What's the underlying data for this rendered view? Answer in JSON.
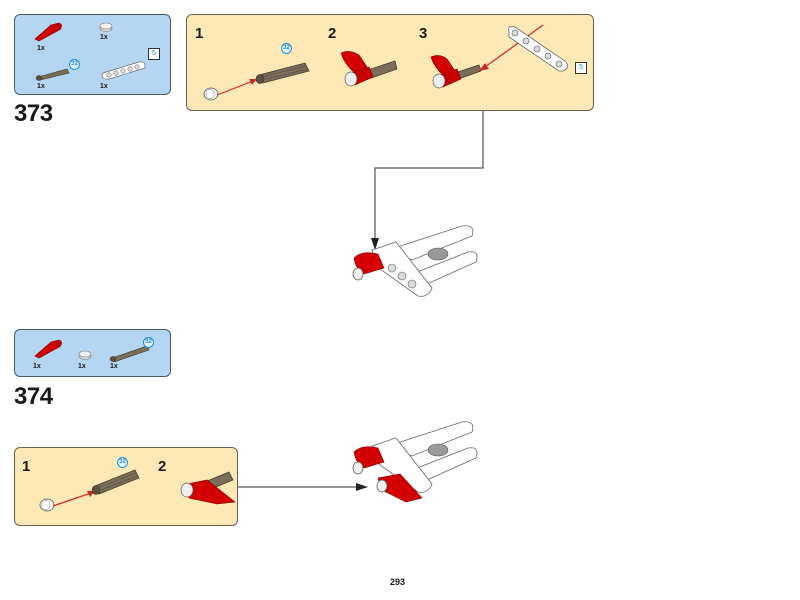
{
  "page": {
    "number": "293"
  },
  "steps": [
    {
      "number": "373",
      "parts": [
        {
          "name": "red-wedge-panel",
          "qty": "1x",
          "color": "#d40000"
        },
        {
          "name": "light-grey-bush",
          "qty": "1x",
          "color": "#e2e2e2"
        },
        {
          "name": "dark-tan-axle",
          "qty": "1x",
          "color": "#7a6e58",
          "length": "32"
        },
        {
          "name": "white-beam",
          "qty": "1x",
          "color": "#ffffff",
          "length": "5"
        }
      ],
      "sub_steps": [
        {
          "number": "1",
          "length_badge": "32"
        },
        {
          "number": "2"
        },
        {
          "number": "3",
          "size_badge": "5"
        }
      ]
    },
    {
      "number": "374",
      "parts": [
        {
          "name": "red-wedge-panel",
          "qty": "1x",
          "color": "#d40000"
        },
        {
          "name": "light-grey-bush",
          "qty": "1x",
          "color": "#e2e2e2"
        },
        {
          "name": "dark-tan-axle",
          "qty": "1x",
          "color": "#7a6e58",
          "length": "32"
        }
      ],
      "sub_steps": [
        {
          "number": "1",
          "length_badge": "32"
        },
        {
          "number": "2"
        }
      ]
    }
  ],
  "colors": {
    "parts_box_bg": "#b4d6f2",
    "step_box_bg": "#fde9b5",
    "arrow_red": "#cc2a2a",
    "connector": "#555555"
  }
}
